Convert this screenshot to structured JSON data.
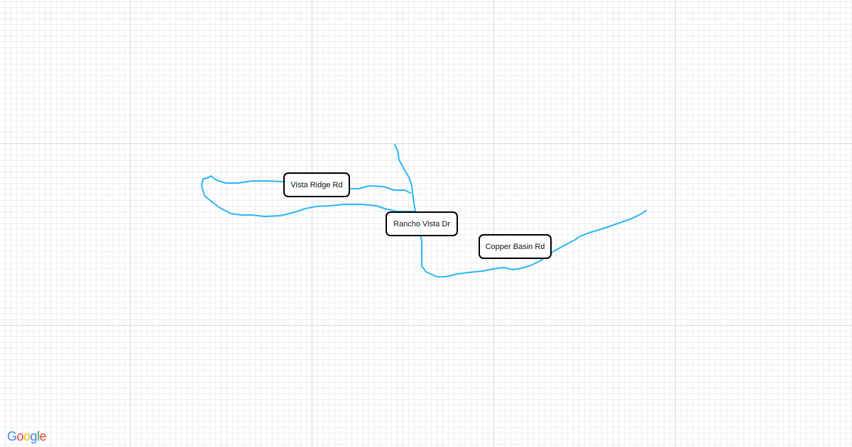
{
  "map": {
    "route_color": "#29b6f6",
    "labels": [
      "Vista Ridge Rd",
      "Rancho Vista Dr",
      "Copper Basin Rd"
    ]
  },
  "attribution": {
    "logo": "Google",
    "letters": [
      "G",
      "o",
      "o",
      "g",
      "l",
      "e"
    ],
    "colors": [
      "#4285f4",
      "#ea4335",
      "#fbbc05",
      "#4285f4",
      "#34a853",
      "#ea4335"
    ]
  }
}
